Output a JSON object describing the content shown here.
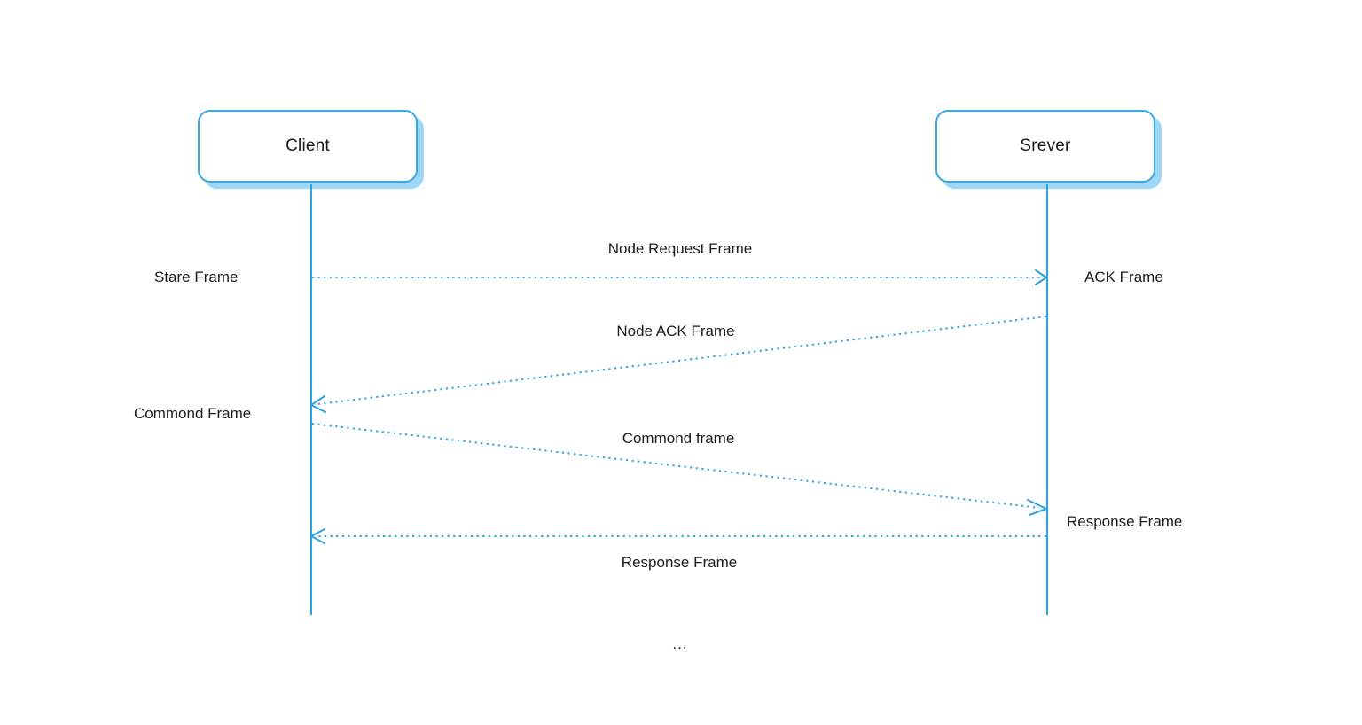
{
  "diagram": {
    "type": "sequence-diagram",
    "background_color": "#ffffff",
    "accent_color": "#2ea3e0",
    "shadow_color": "#9fd8f6",
    "text_color": "#1b1c1e",
    "continuation_marker": "..."
  },
  "participants": [
    {
      "id": "client",
      "label": "Client"
    },
    {
      "id": "server",
      "label": "Srever"
    }
  ],
  "messages": [
    {
      "id": "node-request-frame",
      "label": "Node Request Frame",
      "from": "client",
      "to": "server",
      "style": "dotted",
      "direction": "right",
      "left_annotation": "Stare Frame",
      "right_annotation": "ACK Frame"
    },
    {
      "id": "node-ack-frame",
      "label": "Node ACK Frame",
      "from": "server",
      "to": "client",
      "style": "dotted",
      "direction": "left",
      "left_annotation": "Commond Frame",
      "right_annotation": ""
    },
    {
      "id": "commond-frame",
      "label": "Commond frame",
      "from": "client",
      "to": "server",
      "style": "dotted",
      "direction": "right",
      "left_annotation": "",
      "right_annotation": "Response Frame"
    },
    {
      "id": "response-frame",
      "label": "Response Frame",
      "from": "server",
      "to": "client",
      "style": "dotted",
      "direction": "left",
      "left_annotation": "",
      "right_annotation": ""
    }
  ],
  "annotations": {
    "stare_frame": "Stare Frame",
    "ack_frame": "ACK Frame",
    "commond_frame_left": "Commond Frame",
    "response_frame_right": "Response Frame",
    "ellipsis": "..."
  }
}
